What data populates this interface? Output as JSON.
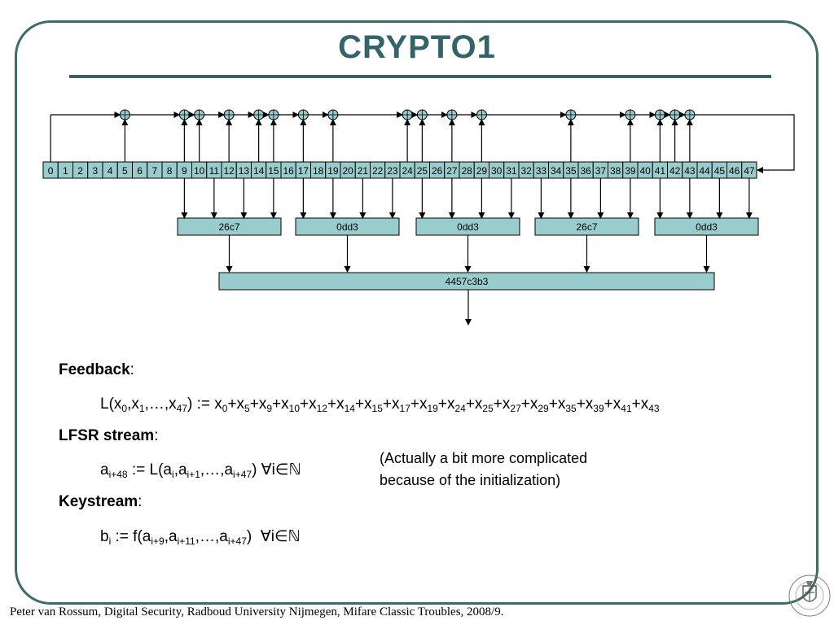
{
  "title": "CRYPTO1",
  "lfsr": {
    "cells": [
      "0",
      "1",
      "2",
      "3",
      "4",
      "5",
      "6",
      "7",
      "8",
      "9",
      "10",
      "11",
      "12",
      "13",
      "14",
      "15",
      "16",
      "17",
      "18",
      "19",
      "20",
      "21",
      "22",
      "23",
      "24",
      "25",
      "26",
      "27",
      "28",
      "29",
      "30",
      "31",
      "32",
      "33",
      "34",
      "35",
      "36",
      "37",
      "38",
      "39",
      "40",
      "41",
      "42",
      "43",
      "44",
      "45",
      "46",
      "47"
    ],
    "feedback_taps": [
      0,
      5,
      9,
      10,
      12,
      14,
      15,
      17,
      19,
      24,
      25,
      27,
      29,
      35,
      39,
      41,
      42,
      43
    ],
    "filter_taps": [
      9,
      11,
      13,
      15,
      17,
      19,
      21,
      23,
      25,
      27,
      29,
      31,
      33,
      35,
      37,
      39,
      41,
      43,
      45,
      47
    ]
  },
  "filters": [
    {
      "label": "26c7"
    },
    {
      "label": "0dd3"
    },
    {
      "label": "0dd3"
    },
    {
      "label": "26c7"
    },
    {
      "label": "0dd3"
    }
  ],
  "output_filter": {
    "label": "4457c3b3"
  },
  "feedback": {
    "heading": "Feedback",
    "colon": ":"
  },
  "lfsr_stream": {
    "heading": "LFSR stream",
    "colon": ":"
  },
  "keystream": {
    "heading": "Keystream",
    "colon": ":"
  },
  "note": {
    "line1": "(Actually a bit more complicated",
    "line2": " because of the initialization)"
  },
  "footer": "Peter van Rossum, Digital Security, Radboud University Nijmegen, Mifare Classic Troubles, 2008/9.",
  "colors": {
    "teal_box": "#99cccc",
    "title": "#336467",
    "frame": "#3e6a6c"
  }
}
